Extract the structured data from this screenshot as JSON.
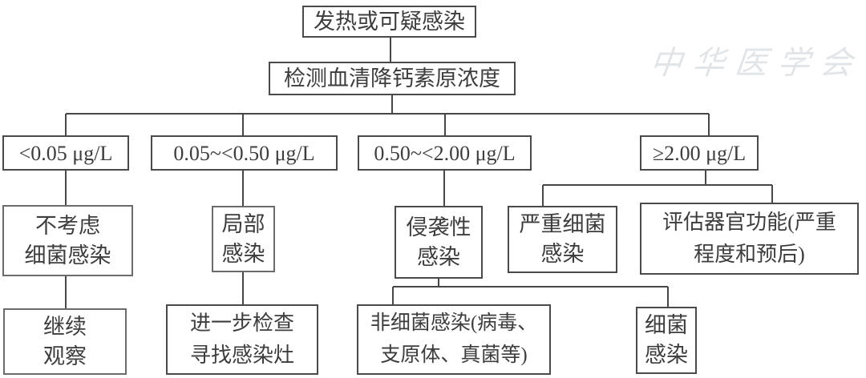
{
  "figure": {
    "type": "clinical-flowchart",
    "language": "zh-CN",
    "topic": "血清降钙素原(PCT)浓度分层判断感染流程"
  },
  "colors": {
    "background": "#ffffff",
    "line": "#474747",
    "box_border": "#4a4a4a",
    "text": "#3d3d3d",
    "watermark": "#e2e5e8"
  },
  "watermark": {
    "emblem_icon": "cma-seal-emblem",
    "org_text": "中华医学会"
  },
  "nodes": {
    "fever": {
      "line1": "发热或可疑感染"
    },
    "pct_test": {
      "line1": "检测血清降钙素原浓度"
    },
    "range_low": {
      "line1": "<0.05 μg/L"
    },
    "range_mid_low": {
      "line1": "0.05~<0.50 μg/L"
    },
    "range_mid_high": {
      "line1": "0.50~<2.00 μg/L"
    },
    "range_high": {
      "line1": "≥2.00 μg/L"
    },
    "no_bacterial": {
      "line1": "不考虑",
      "line2": "细菌感染"
    },
    "local_infection": {
      "line1": "局部",
      "line2": "感染"
    },
    "invasive_infection": {
      "line1": "侵袭性",
      "line2": "感染"
    },
    "severe_bacterial": {
      "line1": "严重细菌",
      "line2": "感染"
    },
    "organ_assess": {
      "line1": "评估器官功能(严重",
      "line2": "程度和预后)"
    },
    "continue_watch": {
      "line1": "继续",
      "line2": "观察"
    },
    "further_exam": {
      "line1": "进一步检查",
      "line2": "寻找感染灶"
    },
    "non_bacterial": {
      "line1": "非细菌感染(病毒、",
      "line2": "支原体、真菌等)"
    },
    "bacterial": {
      "line1": "细菌",
      "line2": "感染"
    }
  }
}
